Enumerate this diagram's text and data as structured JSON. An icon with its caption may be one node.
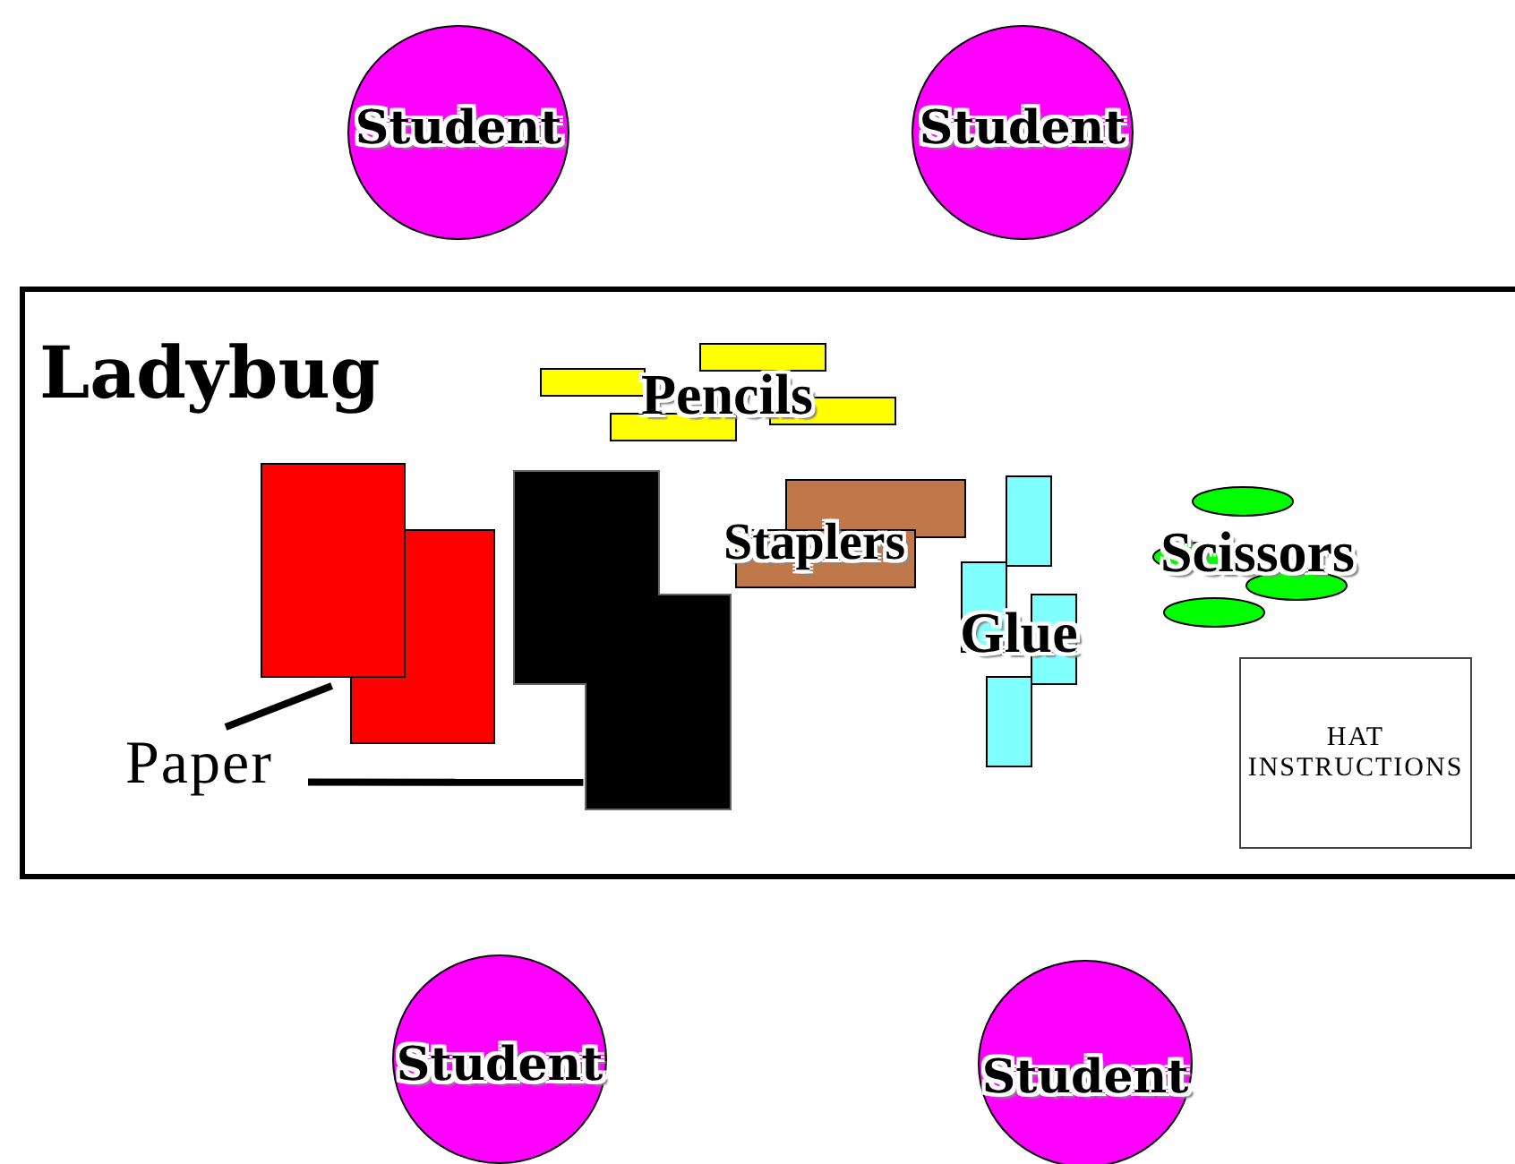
{
  "diagram": {
    "nodes": [
      {
        "text": [
          "Student"
        ]
      },
      {
        "text": [
          "Student"
        ]
      },
      {
        "text": [
          "Ladybug"
        ]
      },
      {
        "text": [
          "Paper"
        ],
        "in": 2
      },
      {
        "text": [],
        "shape": "box",
        "in": 2
      },
      {
        "text": [],
        "shape": "box",
        "in": 2
      },
      {
        "text": [
          "Pencils"
        ],
        "in": 2
      },
      {
        "text": [
          "Staplers"
        ],
        "in": 2
      },
      {
        "text": [
          "Glue"
        ],
        "in": 2
      },
      {
        "text": [
          "Scissors"
        ],
        "in": 2
      },
      {
        "text": [
          "HAT INSTRUCTIONS"
        ],
        "in": 2
      },
      {
        "text": [
          "Student"
        ]
      },
      {
        "text": [
          "Student"
        ]
      }
    ],
    "edges": [
      {
        "from": 3,
        "to": 4,
        "arrow": "none"
      },
      {
        "from": 3,
        "to": 5,
        "arrow": "none"
      }
    ]
  }
}
